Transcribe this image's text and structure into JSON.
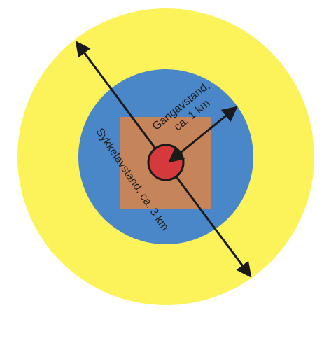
{
  "labels": {
    "walking_line1": "Gangavstand,",
    "walking_line2": "ca. 1 km",
    "cycling": "Sykkelavstand, ca. 3 km"
  },
  "colors": {
    "outer_ring": "#fcf35a",
    "middle_ring": "#4a87c8",
    "square": "#c6845a",
    "center": "#d6393b",
    "arrows": "#1a1a1a"
  },
  "icons": {
    "center": "center-dot-icon",
    "arrow_walking": "arrow-icon",
    "arrow_cycling": "double-arrow-icon"
  }
}
